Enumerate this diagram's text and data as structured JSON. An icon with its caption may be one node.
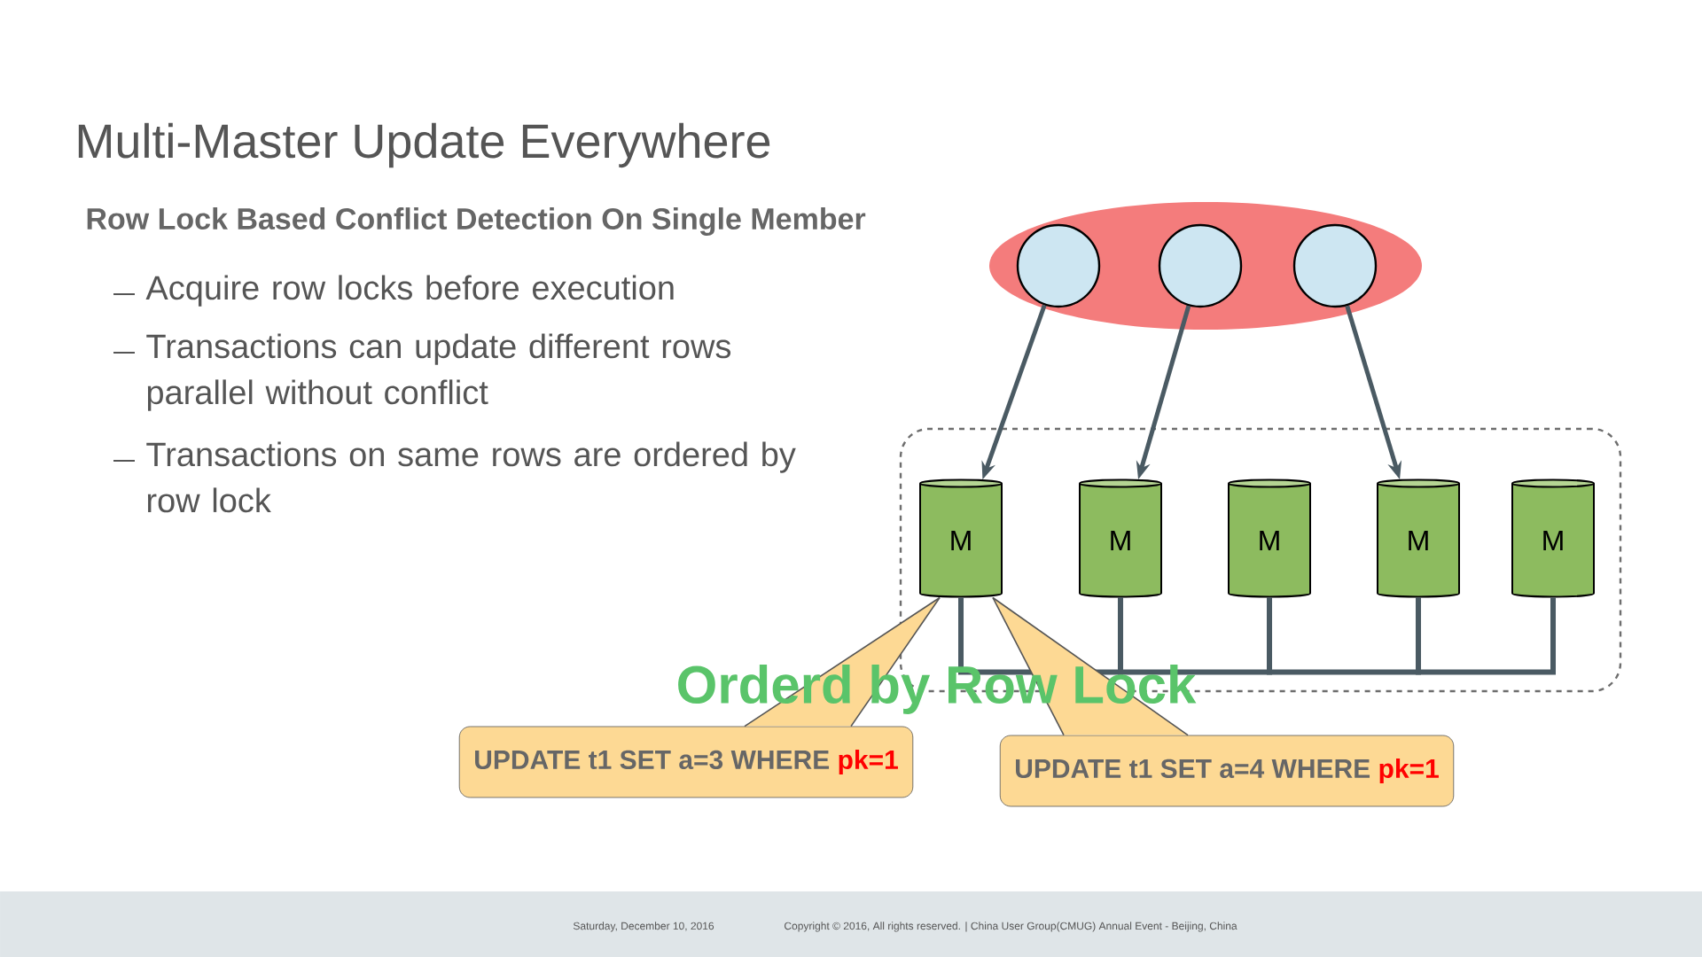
{
  "diagram": {
    "title": "Multi-Master Update Everywhere",
    "nodes": [
      {
        "text": [],
        "shape": "box"
      },
      {
        "text": [],
        "shape": "ellipse"
      },
      {
        "text": [],
        "shape": "circle",
        "in": 1
      },
      {
        "text": [],
        "shape": "circle",
        "in": 1
      },
      {
        "text": [],
        "shape": "circle",
        "in": 1
      },
      {
        "text": [
          "M"
        ],
        "in": 0
      },
      {
        "text": [
          "M"
        ],
        "in": 0
      },
      {
        "text": [
          "M"
        ],
        "in": 0
      },
      {
        "text": [
          "M"
        ],
        "in": 0
      },
      {
        "text": [
          "M"
        ],
        "in": 0
      },
      {
        "text": [
          "UPDATE t1 SET a=3 WHERE",
          "pk=1"
        ]
      },
      {
        "text": [
          "UPDATE t1 SET a=4 WHERE",
          "pk=1"
        ]
      }
    ],
    "edges": [
      {
        "from": 2,
        "to": 5,
        "arrow": "to"
      },
      {
        "from": 3,
        "to": 6,
        "arrow": "to"
      },
      {
        "from": 4,
        "to": 8,
        "arrow": "to"
      },
      {
        "from": 5,
        "to": 6,
        "arrow": "none"
      },
      {
        "from": 6,
        "to": 7,
        "arrow": "none"
      },
      {
        "from": 7,
        "to": 8,
        "arrow": "none"
      },
      {
        "from": 8,
        "to": 9,
        "arrow": "none"
      },
      {
        "from": 10,
        "to": 5,
        "arrow": "none"
      },
      {
        "from": 11,
        "to": 5,
        "arrow": "none"
      }
    ],
    "labels": [
      "Row Lock Based Conflict Detection On Single Member",
      "Acquire row locks before execution",
      "Transactions can update different rows parallel without conflict",
      "Transactions on same rows are ordered by row lock",
      "Orderd by Row Lock",
      "Saturday, December 10, 2016",
      "Copyright © 2016, All rights reserved.  |  China User Group(CMUG) Annual Event - Beijing, China"
    ]
  }
}
